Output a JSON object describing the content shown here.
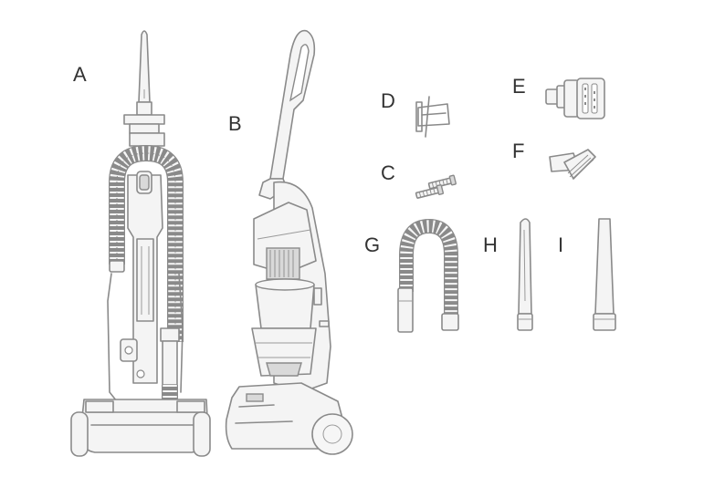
{
  "labels": {
    "A": "A",
    "B": "B",
    "C": "C",
    "D": "D",
    "E": "E",
    "F": "F",
    "G": "G",
    "H": "H",
    "I": "I"
  },
  "icons": {
    "A": "upright-vacuum-front-icon",
    "B": "upright-vacuum-side-icon",
    "C": "screws-icon",
    "D": "hose-clip-icon",
    "E": "turbo-brush-tool-icon",
    "F": "dusting-brush-icon",
    "G": "hose-icon",
    "H": "crevice-tool-icon",
    "I": "extension-wand-icon"
  }
}
